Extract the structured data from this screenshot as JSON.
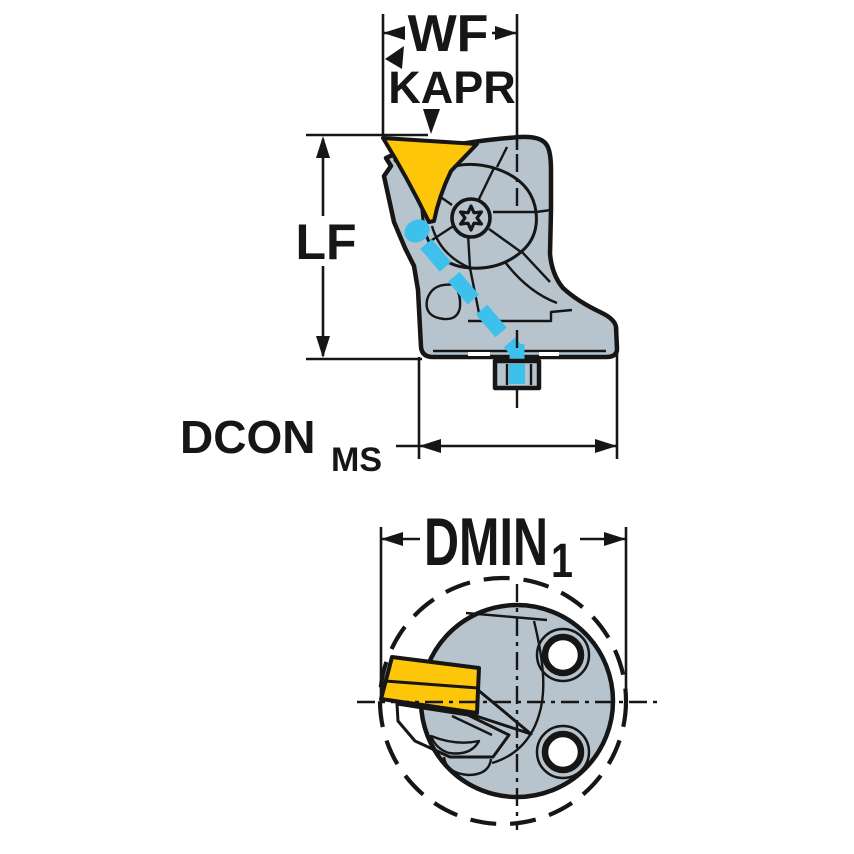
{
  "colors": {
    "background": "#ffffff",
    "body_gray": "#b7c4ce",
    "insert_yellow": "#fdc608",
    "coolant_blue": "#3dc0ec",
    "line_black": "#161616"
  },
  "dimensions": {
    "wf": {
      "label": "WF"
    },
    "kapr": {
      "label": "KAPR"
    },
    "lf": {
      "label": "LF"
    },
    "dcon": {
      "label": "DCON",
      "subscript": "MS"
    },
    "dmin": {
      "label": "DMIN",
      "subscript": "1"
    }
  }
}
